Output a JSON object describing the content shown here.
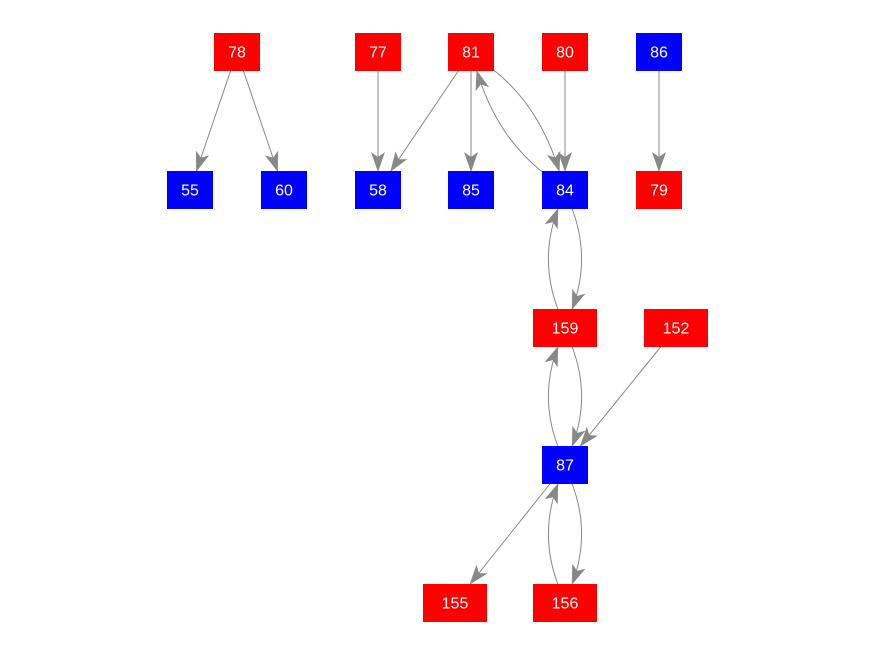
{
  "colors": {
    "red": "#ff0000",
    "blue": "#0000ff",
    "edge": "#888888"
  },
  "nodes": {
    "n78": {
      "label": "78",
      "color": "red"
    },
    "n77": {
      "label": "77",
      "color": "red"
    },
    "n81": {
      "label": "81",
      "color": "red"
    },
    "n80": {
      "label": "80",
      "color": "red"
    },
    "n86": {
      "label": "86",
      "color": "blue"
    },
    "n55": {
      "label": "55",
      "color": "blue"
    },
    "n60": {
      "label": "60",
      "color": "blue"
    },
    "n58": {
      "label": "58",
      "color": "blue"
    },
    "n85": {
      "label": "85",
      "color": "blue"
    },
    "n84": {
      "label": "84",
      "color": "blue"
    },
    "n79": {
      "label": "79",
      "color": "red"
    },
    "n159": {
      "label": "159",
      "color": "red"
    },
    "n152": {
      "label": "152",
      "color": "red"
    },
    "n87": {
      "label": "87",
      "color": "blue"
    },
    "n155": {
      "label": "155",
      "color": "red"
    },
    "n156": {
      "label": "156",
      "color": "red"
    }
  },
  "edges": [
    {
      "from": "n78",
      "to": "n55"
    },
    {
      "from": "n78",
      "to": "n60"
    },
    {
      "from": "n77",
      "to": "n58"
    },
    {
      "from": "n81",
      "to": "n58"
    },
    {
      "from": "n81",
      "to": "n85"
    },
    {
      "from": "n81",
      "to": "n84"
    },
    {
      "from": "n84",
      "to": "n81"
    },
    {
      "from": "n80",
      "to": "n84"
    },
    {
      "from": "n86",
      "to": "n79"
    },
    {
      "from": "n84",
      "to": "n159"
    },
    {
      "from": "n159",
      "to": "n84"
    },
    {
      "from": "n159",
      "to": "n87"
    },
    {
      "from": "n87",
      "to": "n159"
    },
    {
      "from": "n152",
      "to": "n87"
    },
    {
      "from": "n87",
      "to": "n155"
    },
    {
      "from": "n87",
      "to": "n156"
    },
    {
      "from": "n156",
      "to": "n87"
    }
  ]
}
